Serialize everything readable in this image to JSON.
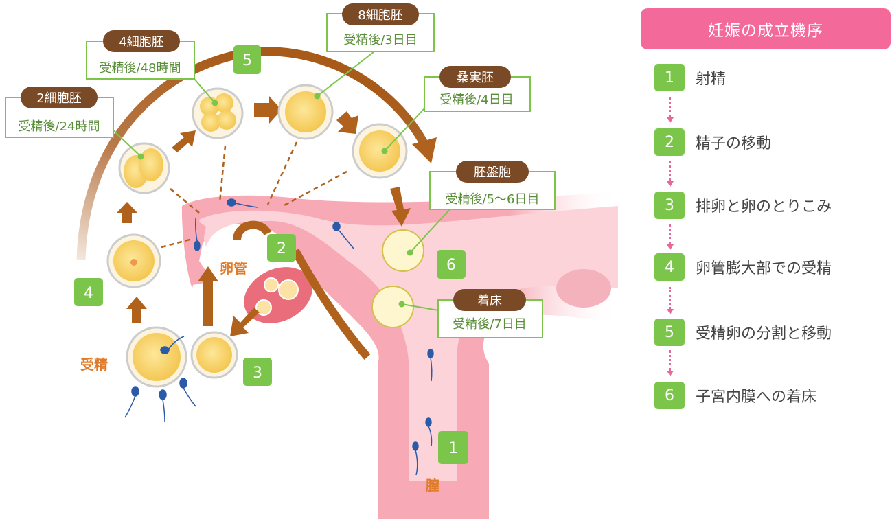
{
  "panel": {
    "title": "妊娠の成立機序",
    "steps": [
      {
        "num": "1",
        "label": "射精"
      },
      {
        "num": "2",
        "label": "精子の移動"
      },
      {
        "num": "3",
        "label": "排卵と卵のとりこみ"
      },
      {
        "num": "4",
        "label": "卵管膨大部での受精"
      },
      {
        "num": "5",
        "label": "受精卵の分割と移動"
      },
      {
        "num": "6",
        "label": "子宮内膜への着床"
      }
    ]
  },
  "diagram": {
    "stages": [
      {
        "name": "2細胞胚",
        "time": "受精後/24時間"
      },
      {
        "name": "4細胞胚",
        "time": "受精後/48時間"
      },
      {
        "name": "8細胞胚",
        "time": "受精後/3日目"
      },
      {
        "name": "桑実胚",
        "time": "受精後/4日目"
      },
      {
        "name": "胚盤胞",
        "time": "受精後/5〜6日目"
      },
      {
        "name": "着床",
        "time": "受精後/7日目"
      }
    ],
    "anatomy": {
      "oviduct": "卵管",
      "fertilization": "受精",
      "vagina": "膣"
    },
    "badges": [
      "1",
      "2",
      "3",
      "4",
      "5",
      "6"
    ]
  },
  "colors": {
    "accent_pink": "#f3699a",
    "badge_green": "#7cc54b",
    "label_brown": "#7a4a26",
    "arrow_brown": "#b0621c",
    "anatomy_orange": "#e07b2a"
  }
}
